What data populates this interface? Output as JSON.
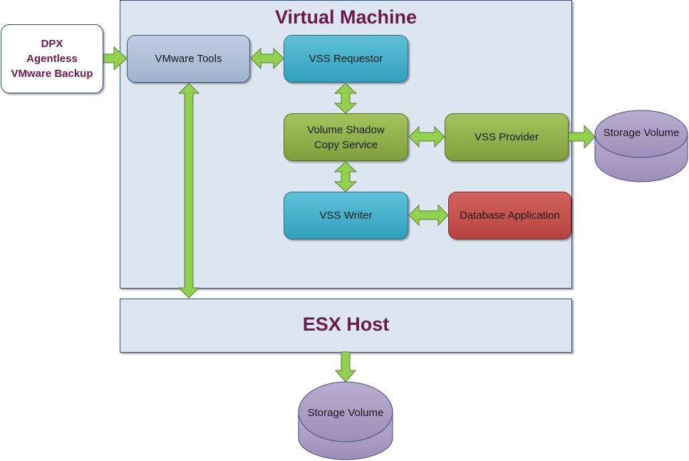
{
  "diagram": {
    "source": {
      "lines": [
        "DPX",
        "Agentless",
        "VMware Backup"
      ]
    },
    "virtual_machine": {
      "title": "Virtual Machine"
    },
    "esx_host": {
      "title": "ESX Host"
    },
    "nodes": {
      "vmware_tools": "VMware Tools",
      "vss_requestor": "VSS Requestor",
      "vss_service": [
        "Volume Shadow",
        "Copy Service"
      ],
      "vss_provider": "VSS Provider",
      "vss_writer": "VSS Writer",
      "database_app": "Database Application",
      "storage_right": "Storage Volume",
      "storage_bottom": "Storage Volume"
    },
    "colors": {
      "title": "#6b1a4f",
      "arrow": "#92d050",
      "container": "#dce5f0",
      "tools": "#b0c2da",
      "teal": "#4bb2cd",
      "green": "#8fb04c",
      "red": "#c6504d",
      "storage": "#ab9cc4"
    }
  }
}
